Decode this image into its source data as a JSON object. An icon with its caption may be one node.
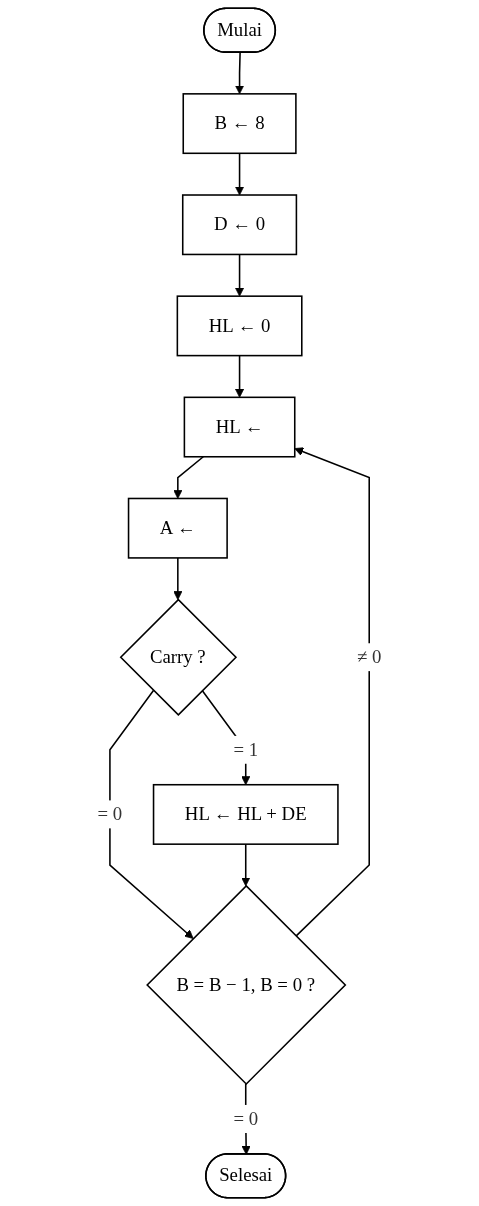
{
  "diagram": {
    "nodes": [
      {
        "text": [
          "Mulai"
        ]
      },
      {
        "text": [
          "B ← 8"
        ]
      },
      {
        "text": [
          "D ← 0"
        ]
      },
      {
        "text": [
          "HL ← 0"
        ]
      },
      {
        "text": [
          "HL ←"
        ]
      },
      {
        "text": [
          "A ←"
        ]
      },
      {
        "text": [
          "Carry ?"
        ]
      },
      {
        "text": [
          "HL ← HL + DE"
        ]
      },
      {
        "text": [
          "B = B − 1, B = 0 ?"
        ]
      },
      {
        "text": [
          "Selesai"
        ]
      }
    ],
    "edges": [
      {
        "from": 0,
        "to": 1,
        "arrow": "to"
      },
      {
        "from": 1,
        "to": 2,
        "arrow": "to"
      },
      {
        "from": 2,
        "to": 3,
        "arrow": "to"
      },
      {
        "from": 3,
        "to": 4,
        "arrow": "to"
      },
      {
        "from": 4,
        "to": 5,
        "arrow": "to"
      },
      {
        "from": 5,
        "to": 6,
        "arrow": "to"
      },
      {
        "from": 6,
        "to": 7,
        "arrow": "to",
        "label": "= 1"
      },
      {
        "from": 6,
        "to": 8,
        "arrow": "to",
        "label": "= 0"
      },
      {
        "from": 7,
        "to": 8,
        "arrow": "to"
      },
      {
        "from": 8,
        "to": 4,
        "arrow": "to",
        "label": "≠ 0"
      },
      {
        "from": 8,
        "to": 9,
        "arrow": "to",
        "label": "= 0"
      }
    ]
  }
}
